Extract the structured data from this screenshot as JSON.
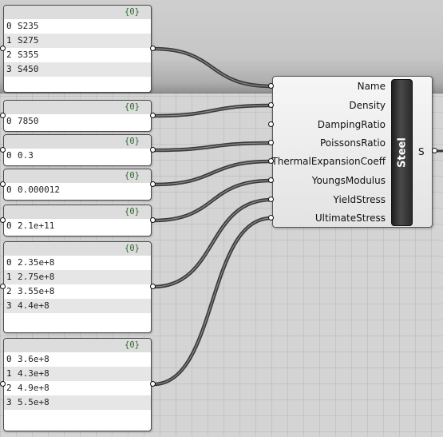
{
  "panels": [
    {
      "count": "{0}",
      "rows": [
        {
          "index": "0",
          "value": "S235"
        },
        {
          "index": "1",
          "value": "S275"
        },
        {
          "index": "2",
          "value": "S355"
        },
        {
          "index": "3",
          "value": "S450"
        }
      ]
    },
    {
      "count": "{0}",
      "rows": [
        {
          "index": "0",
          "value": "7850"
        }
      ]
    },
    {
      "count": "{0}",
      "rows": [
        {
          "index": "0",
          "value": "0.3"
        }
      ]
    },
    {
      "count": "{0}",
      "rows": [
        {
          "index": "0",
          "value": "0.000012"
        }
      ]
    },
    {
      "count": "{0}",
      "rows": [
        {
          "index": "0",
          "value": "2.1e+11"
        }
      ]
    },
    {
      "count": "{0}",
      "rows": [
        {
          "index": "0",
          "value": "2.35e+8"
        },
        {
          "index": "1",
          "value": "2.75e+8"
        },
        {
          "index": "2",
          "value": "3.55e+8"
        },
        {
          "index": "3",
          "value": "4.4e+8"
        }
      ]
    },
    {
      "count": "{0}",
      "rows": [
        {
          "index": "0",
          "value": "3.6e+8"
        },
        {
          "index": "1",
          "value": "4.3e+8"
        },
        {
          "index": "2",
          "value": "4.9e+8"
        },
        {
          "index": "3",
          "value": "5.5e+8"
        }
      ]
    }
  ],
  "component": {
    "nickname": "Steel",
    "inputs": [
      "Name",
      "Density",
      "DampingRatio",
      "PoissonsRatio",
      "ThermalExpansionCoeff",
      "YoungsModulus",
      "YieldStress",
      "UltimateStress"
    ],
    "output": "S"
  },
  "colors": {
    "canvas": "#d4d4d4",
    "wire": "#3a3a3a",
    "component_bar": "#2a2a2a",
    "panel_count_text": "#2e6b2e"
  }
}
